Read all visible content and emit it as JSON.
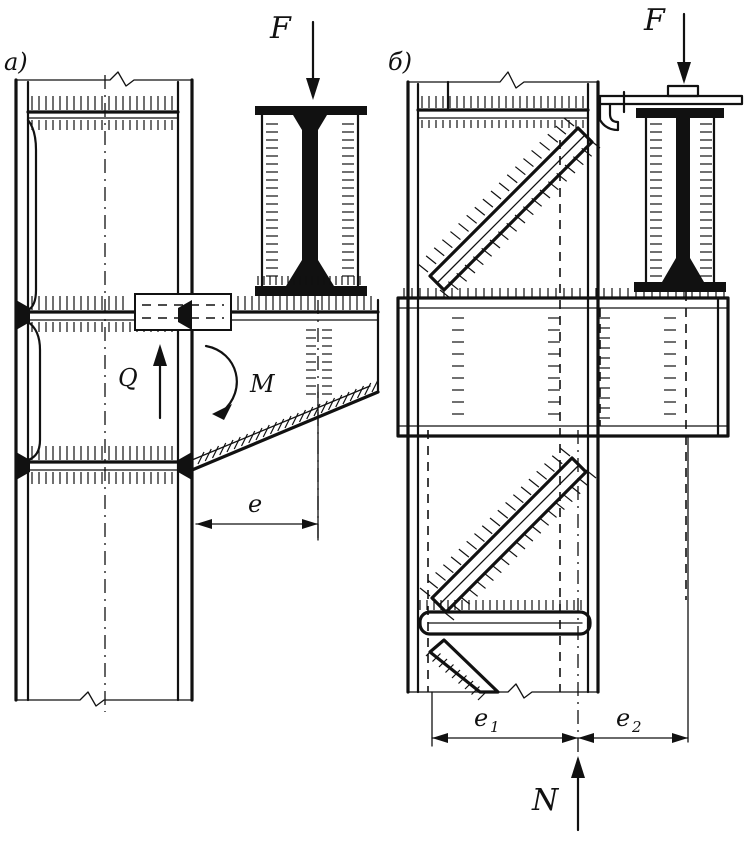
{
  "labels": {
    "panel_a": "а)",
    "panel_b": "б)",
    "force_a": "F",
    "force_b": "F",
    "shear": "Q",
    "moment": "M",
    "ecc": "e",
    "ecc1": "e",
    "ecc1_sub": "1",
    "ecc2": "e",
    "ecc2_sub": "2",
    "axial": "N"
  }
}
